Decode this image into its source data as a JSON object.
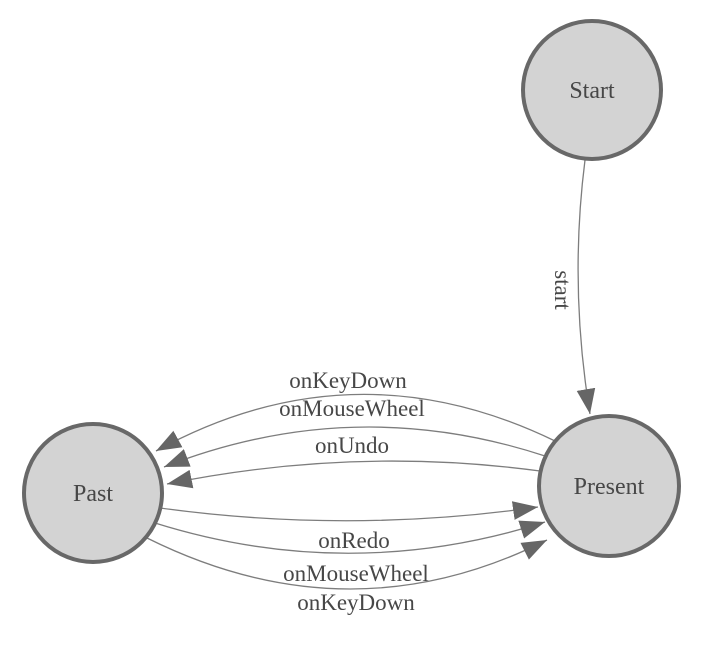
{
  "diagram": {
    "kind": "state-diagram",
    "nodes": [
      {
        "id": "start",
        "label": "Start"
      },
      {
        "id": "past",
        "label": "Past"
      },
      {
        "id": "present",
        "label": "Present"
      }
    ],
    "edges": [
      {
        "from": "start",
        "to": "present",
        "label": "start"
      },
      {
        "from": "present",
        "to": "past",
        "label": "onKeyDown"
      },
      {
        "from": "present",
        "to": "past",
        "label": "onMouseWheel"
      },
      {
        "from": "present",
        "to": "past",
        "label": "onUndo"
      },
      {
        "from": "past",
        "to": "present",
        "label": "onRedo"
      },
      {
        "from": "past",
        "to": "present",
        "label": "onMouseWheel"
      },
      {
        "from": "past",
        "to": "present",
        "label": "onKeyDown"
      }
    ],
    "colors": {
      "background": "#ffffff",
      "node_fill": "#d3d3d3",
      "node_stroke": "#686868",
      "edge_stroke": "#7d7d7d",
      "arrow_fill": "#666666",
      "label_text": "#474747"
    }
  }
}
